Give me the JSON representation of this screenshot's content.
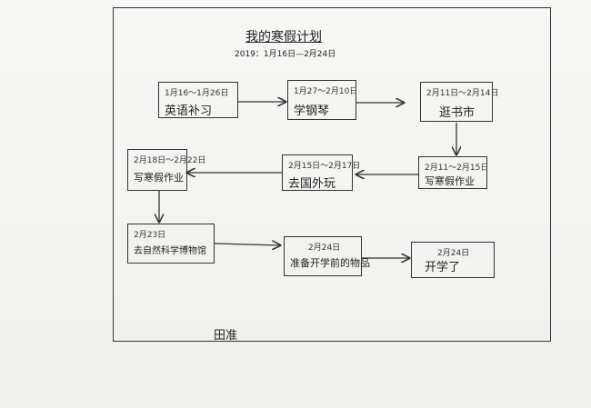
{
  "title": "我的寒假计划",
  "date_range": "2019：1月16日—2月24日",
  "author": "田准",
  "nodes": [
    {
      "id": "n1",
      "date": "1月16～1月26日",
      "activity": "英语补习"
    },
    {
      "id": "n2",
      "date": "1月27～2月10日",
      "activity": "学钢琴"
    },
    {
      "id": "n3",
      "date": "2月11日～2月14日",
      "activity": "逛书市"
    },
    {
      "id": "n4",
      "date": "2月11～2月15日",
      "activity": "写寒假作业"
    },
    {
      "id": "n5",
      "date": "2月15日～2月17日",
      "activity": "去国外玩"
    },
    {
      "id": "n6",
      "date": "2月18日～2月22日",
      "activity": "写寒假作业"
    },
    {
      "id": "n7",
      "date": "2月23日",
      "activity": "去自然科学博物馆"
    },
    {
      "id": "n8",
      "date": "2月24日",
      "activity": "准备开学前的物品"
    },
    {
      "id": "n9",
      "date": "2月24日",
      "activity": "开学了"
    }
  ],
  "edges": [
    {
      "from": "n1",
      "to": "n2"
    },
    {
      "from": "n2",
      "to": "n3"
    },
    {
      "from": "n3",
      "to": "n4"
    },
    {
      "from": "n4",
      "to": "n5"
    },
    {
      "from": "n5",
      "to": "n6"
    },
    {
      "from": "n6",
      "to": "n7"
    },
    {
      "from": "n7",
      "to": "n8"
    },
    {
      "from": "n8",
      "to": "n9"
    }
  ]
}
